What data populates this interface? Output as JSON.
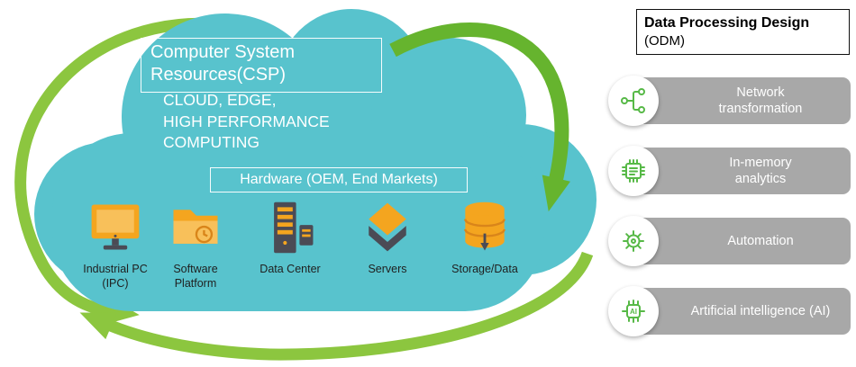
{
  "diagram": {
    "cloud": {
      "title": "Computer System Resources(CSP)",
      "subtitle": "CLOUD, EDGE,\nHIGH PERFORMANCE\nCOMPUTING",
      "hardware_title": "Hardware (OEM, End Markets)",
      "items": [
        {
          "label": "Industrial PC (IPC)",
          "icon": "industrial-pc-icon"
        },
        {
          "label": "Software Platform",
          "icon": "software-platform-icon"
        },
        {
          "label": "Data Center",
          "icon": "data-center-icon"
        },
        {
          "label": "Servers",
          "icon": "servers-icon"
        },
        {
          "label": "Storage/Data",
          "icon": "storage-data-icon"
        }
      ]
    },
    "odm_panel": {
      "title": "Data Processing Design",
      "subtitle": "(ODM)",
      "items": [
        {
          "label": "Network transformation",
          "icon": "network-transformation-icon"
        },
        {
          "label": "In-memory analytics",
          "icon": "in-memory-analytics-icon"
        },
        {
          "label": "Automation",
          "icon": "automation-icon"
        },
        {
          "label": "Artificial intelligence (AI)",
          "icon": "artificial-intelligence-icon",
          "icon_text": "AI"
        }
      ]
    }
  },
  "colors": {
    "cloud": "#58c3cd",
    "arrow_green": "#8cc63f",
    "arrow_dark_green": "#66b42e",
    "bar_gray": "#a8a8a8",
    "icon_green": "#57b947",
    "orange": "#f4a51f",
    "orange_dark": "#d9851a",
    "slate": "#4b4b55",
    "text_dark": "#1f1f1f"
  }
}
